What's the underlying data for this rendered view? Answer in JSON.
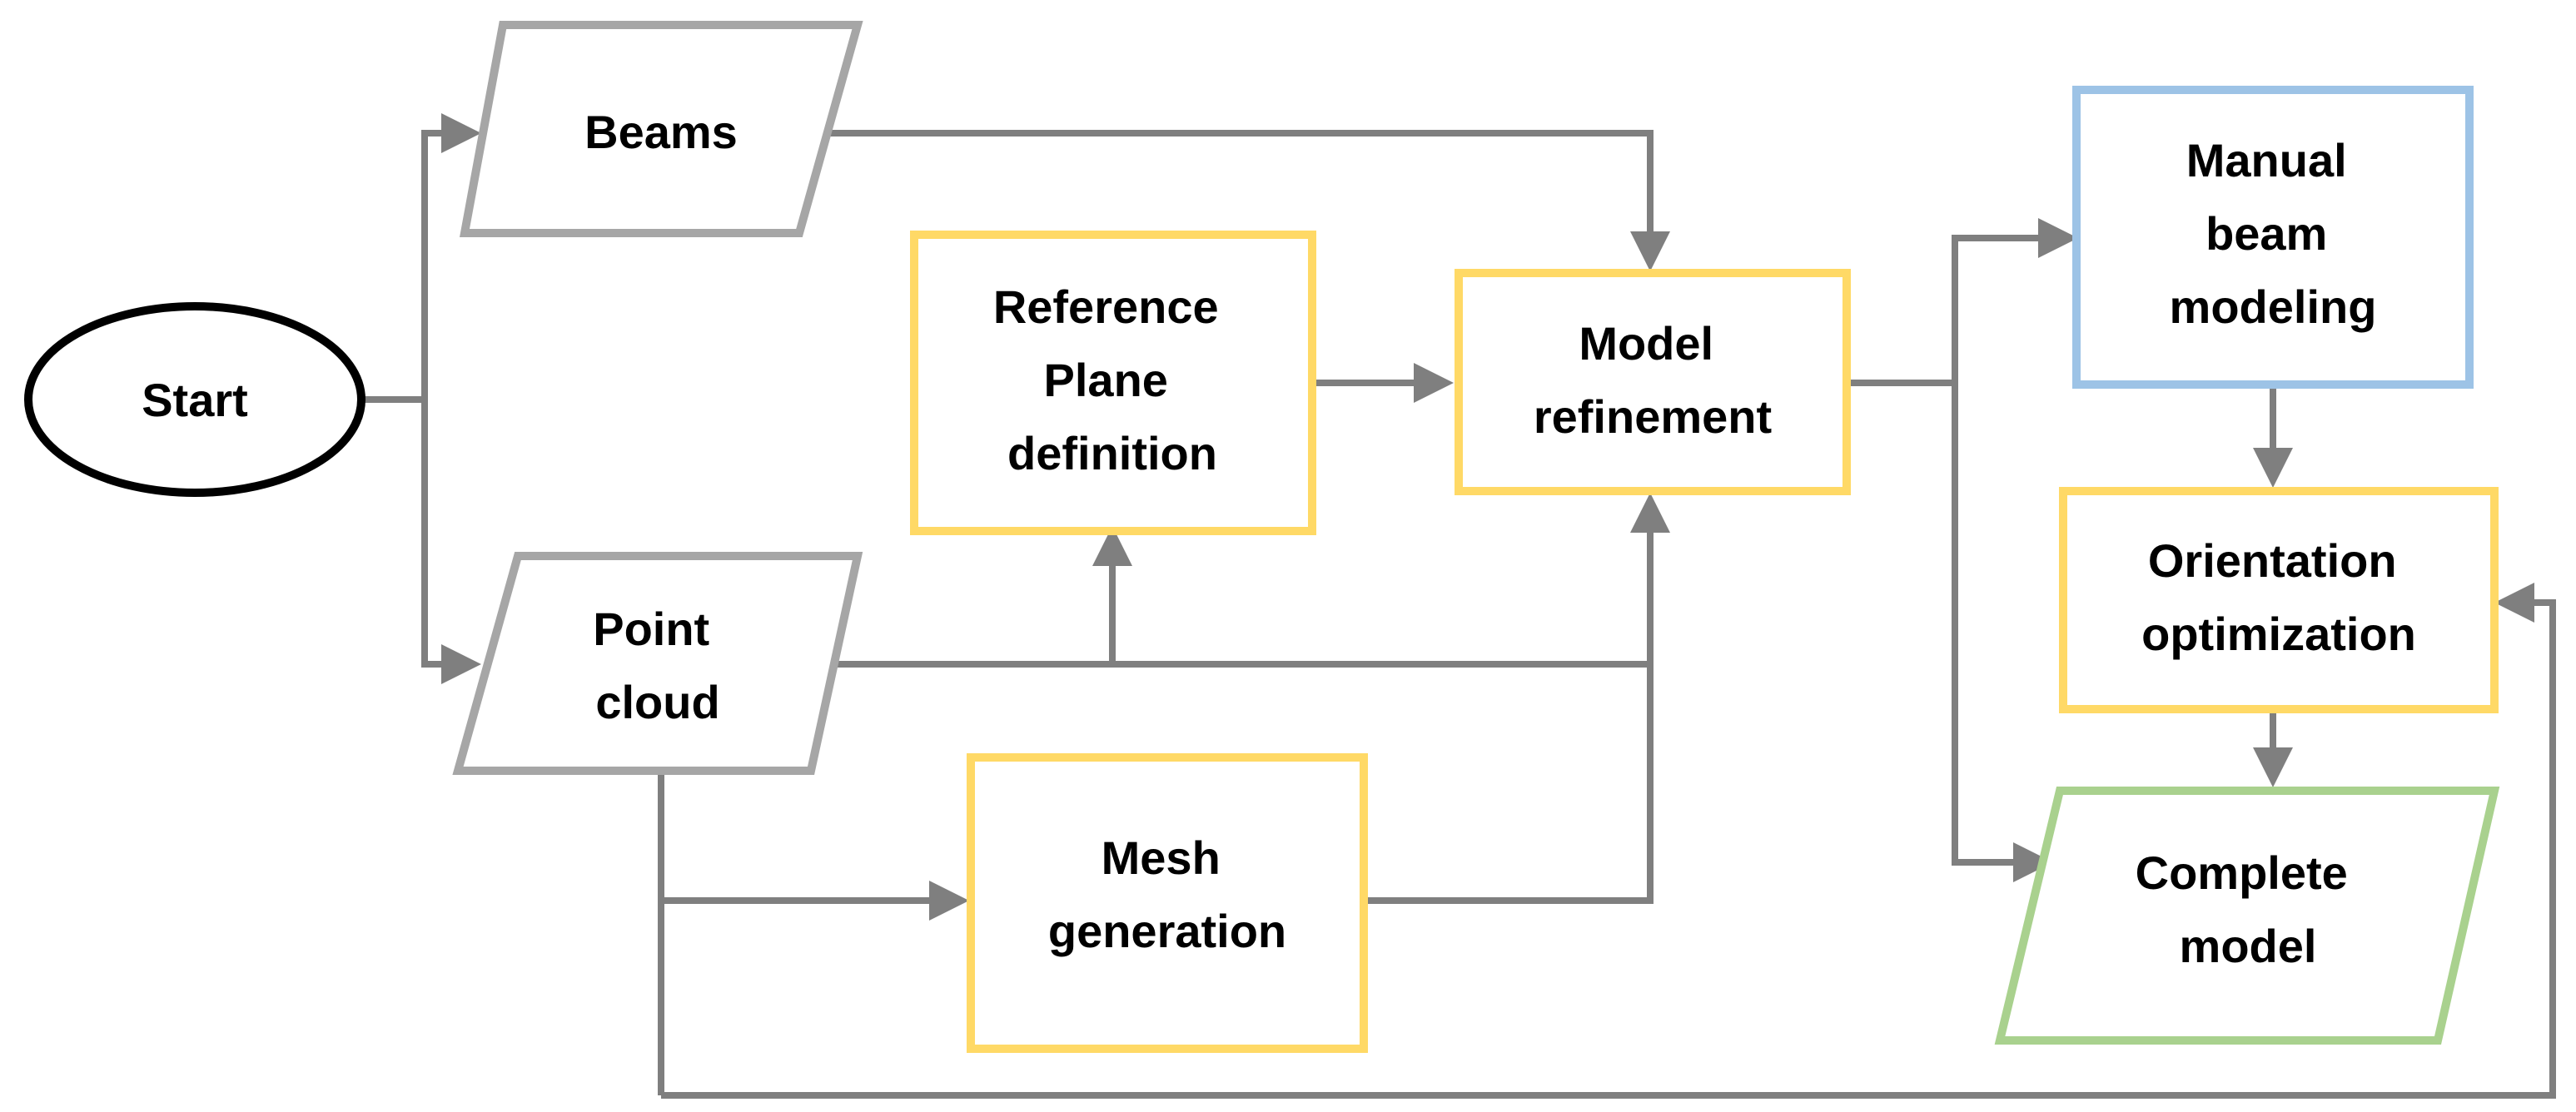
{
  "colors": {
    "connector": "#7f7f7f",
    "terminal_border": "#000000",
    "io_border": "#a6a6a6",
    "process_border": "#ffd966",
    "manual_border": "#9dc3e6",
    "output_border": "#a9d18e"
  },
  "nodes": {
    "start": {
      "lines": [
        "Start"
      ]
    },
    "beams": {
      "lines": [
        "Beams"
      ]
    },
    "point_cloud": {
      "lines": [
        "Point",
        "cloud"
      ]
    },
    "reference_plane": {
      "lines": [
        "Reference",
        "Plane",
        "definition"
      ]
    },
    "model_refinement": {
      "lines": [
        "Model",
        "refinement"
      ]
    },
    "mesh_generation": {
      "lines": [
        "Mesh",
        "generation"
      ]
    },
    "manual_beam_modeling": {
      "lines": [
        "Manual",
        "beam",
        "modeling"
      ]
    },
    "orientation_optimization": {
      "lines": [
        "Orientation",
        "optimization"
      ]
    },
    "complete_model": {
      "lines": [
        "Complete",
        "model"
      ]
    }
  }
}
